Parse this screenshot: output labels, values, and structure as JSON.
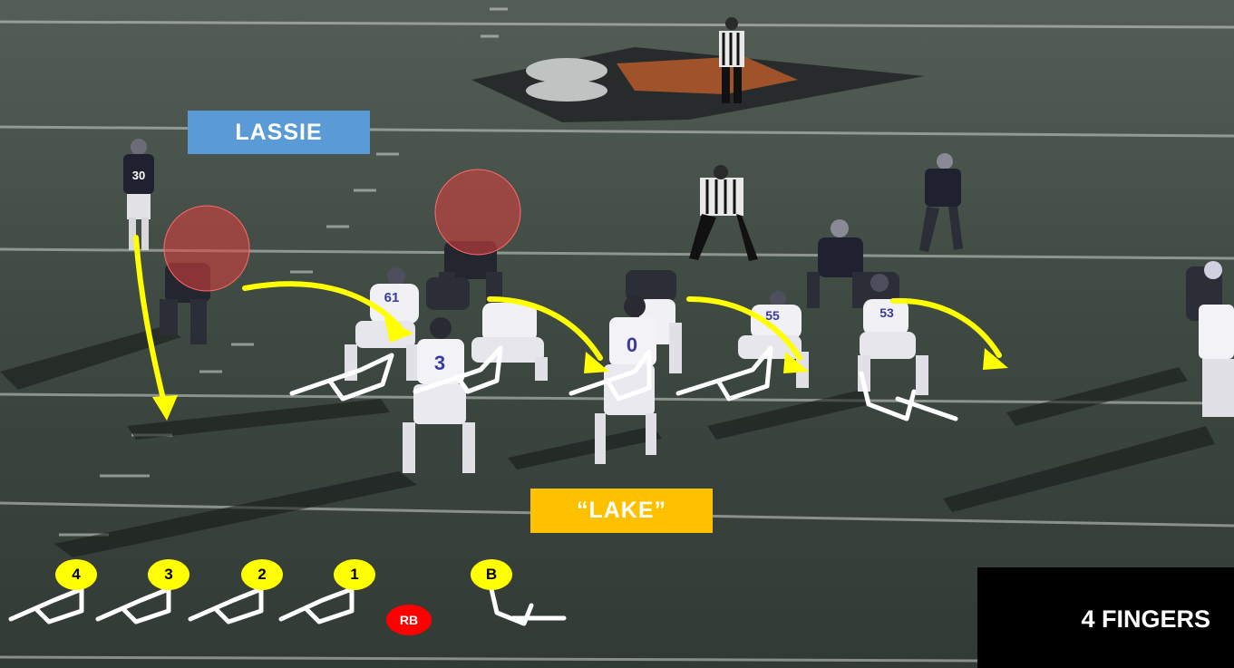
{
  "labels": {
    "lassie": "LASSIE",
    "lake": "“LAKE”",
    "signal": "4 FINGERS"
  },
  "diagram_key": {
    "receivers": [
      "4",
      "3",
      "2",
      "1"
    ],
    "running_back": "RB",
    "back": "B"
  },
  "players": {
    "jerseys": [
      "30",
      "61",
      "3",
      "0",
      "55",
      "53"
    ]
  },
  "colors": {
    "field": "#3c4640",
    "arrow": "#ffff00",
    "highlight": "#e04040",
    "lassie_tag": "#5b9bd5",
    "lake_tag": "#ffc000",
    "rb_badge": "#ff0000"
  }
}
